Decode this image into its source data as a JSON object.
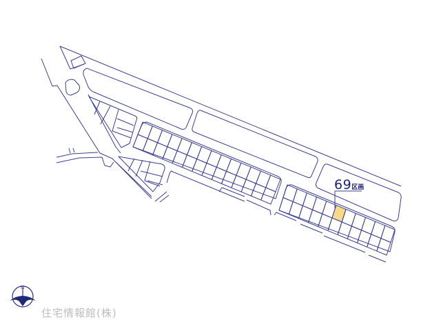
{
  "map": {
    "highlighted_lot": {
      "number": "69",
      "unit": "区画"
    },
    "lot_groups": [
      {
        "name": "north-row-group",
        "lots_per_row": 14,
        "rows": 2
      },
      {
        "name": "east-row-group",
        "lots_per_row": 11,
        "rows": 2,
        "highlight_index": 5
      }
    ],
    "colors": {
      "line": "#3b3f8c",
      "highlight": "#f7d98c",
      "label": "#1f2370"
    }
  },
  "compass": {
    "label": "N"
  },
  "footer": {
    "company": "住宅情報館(株)"
  }
}
